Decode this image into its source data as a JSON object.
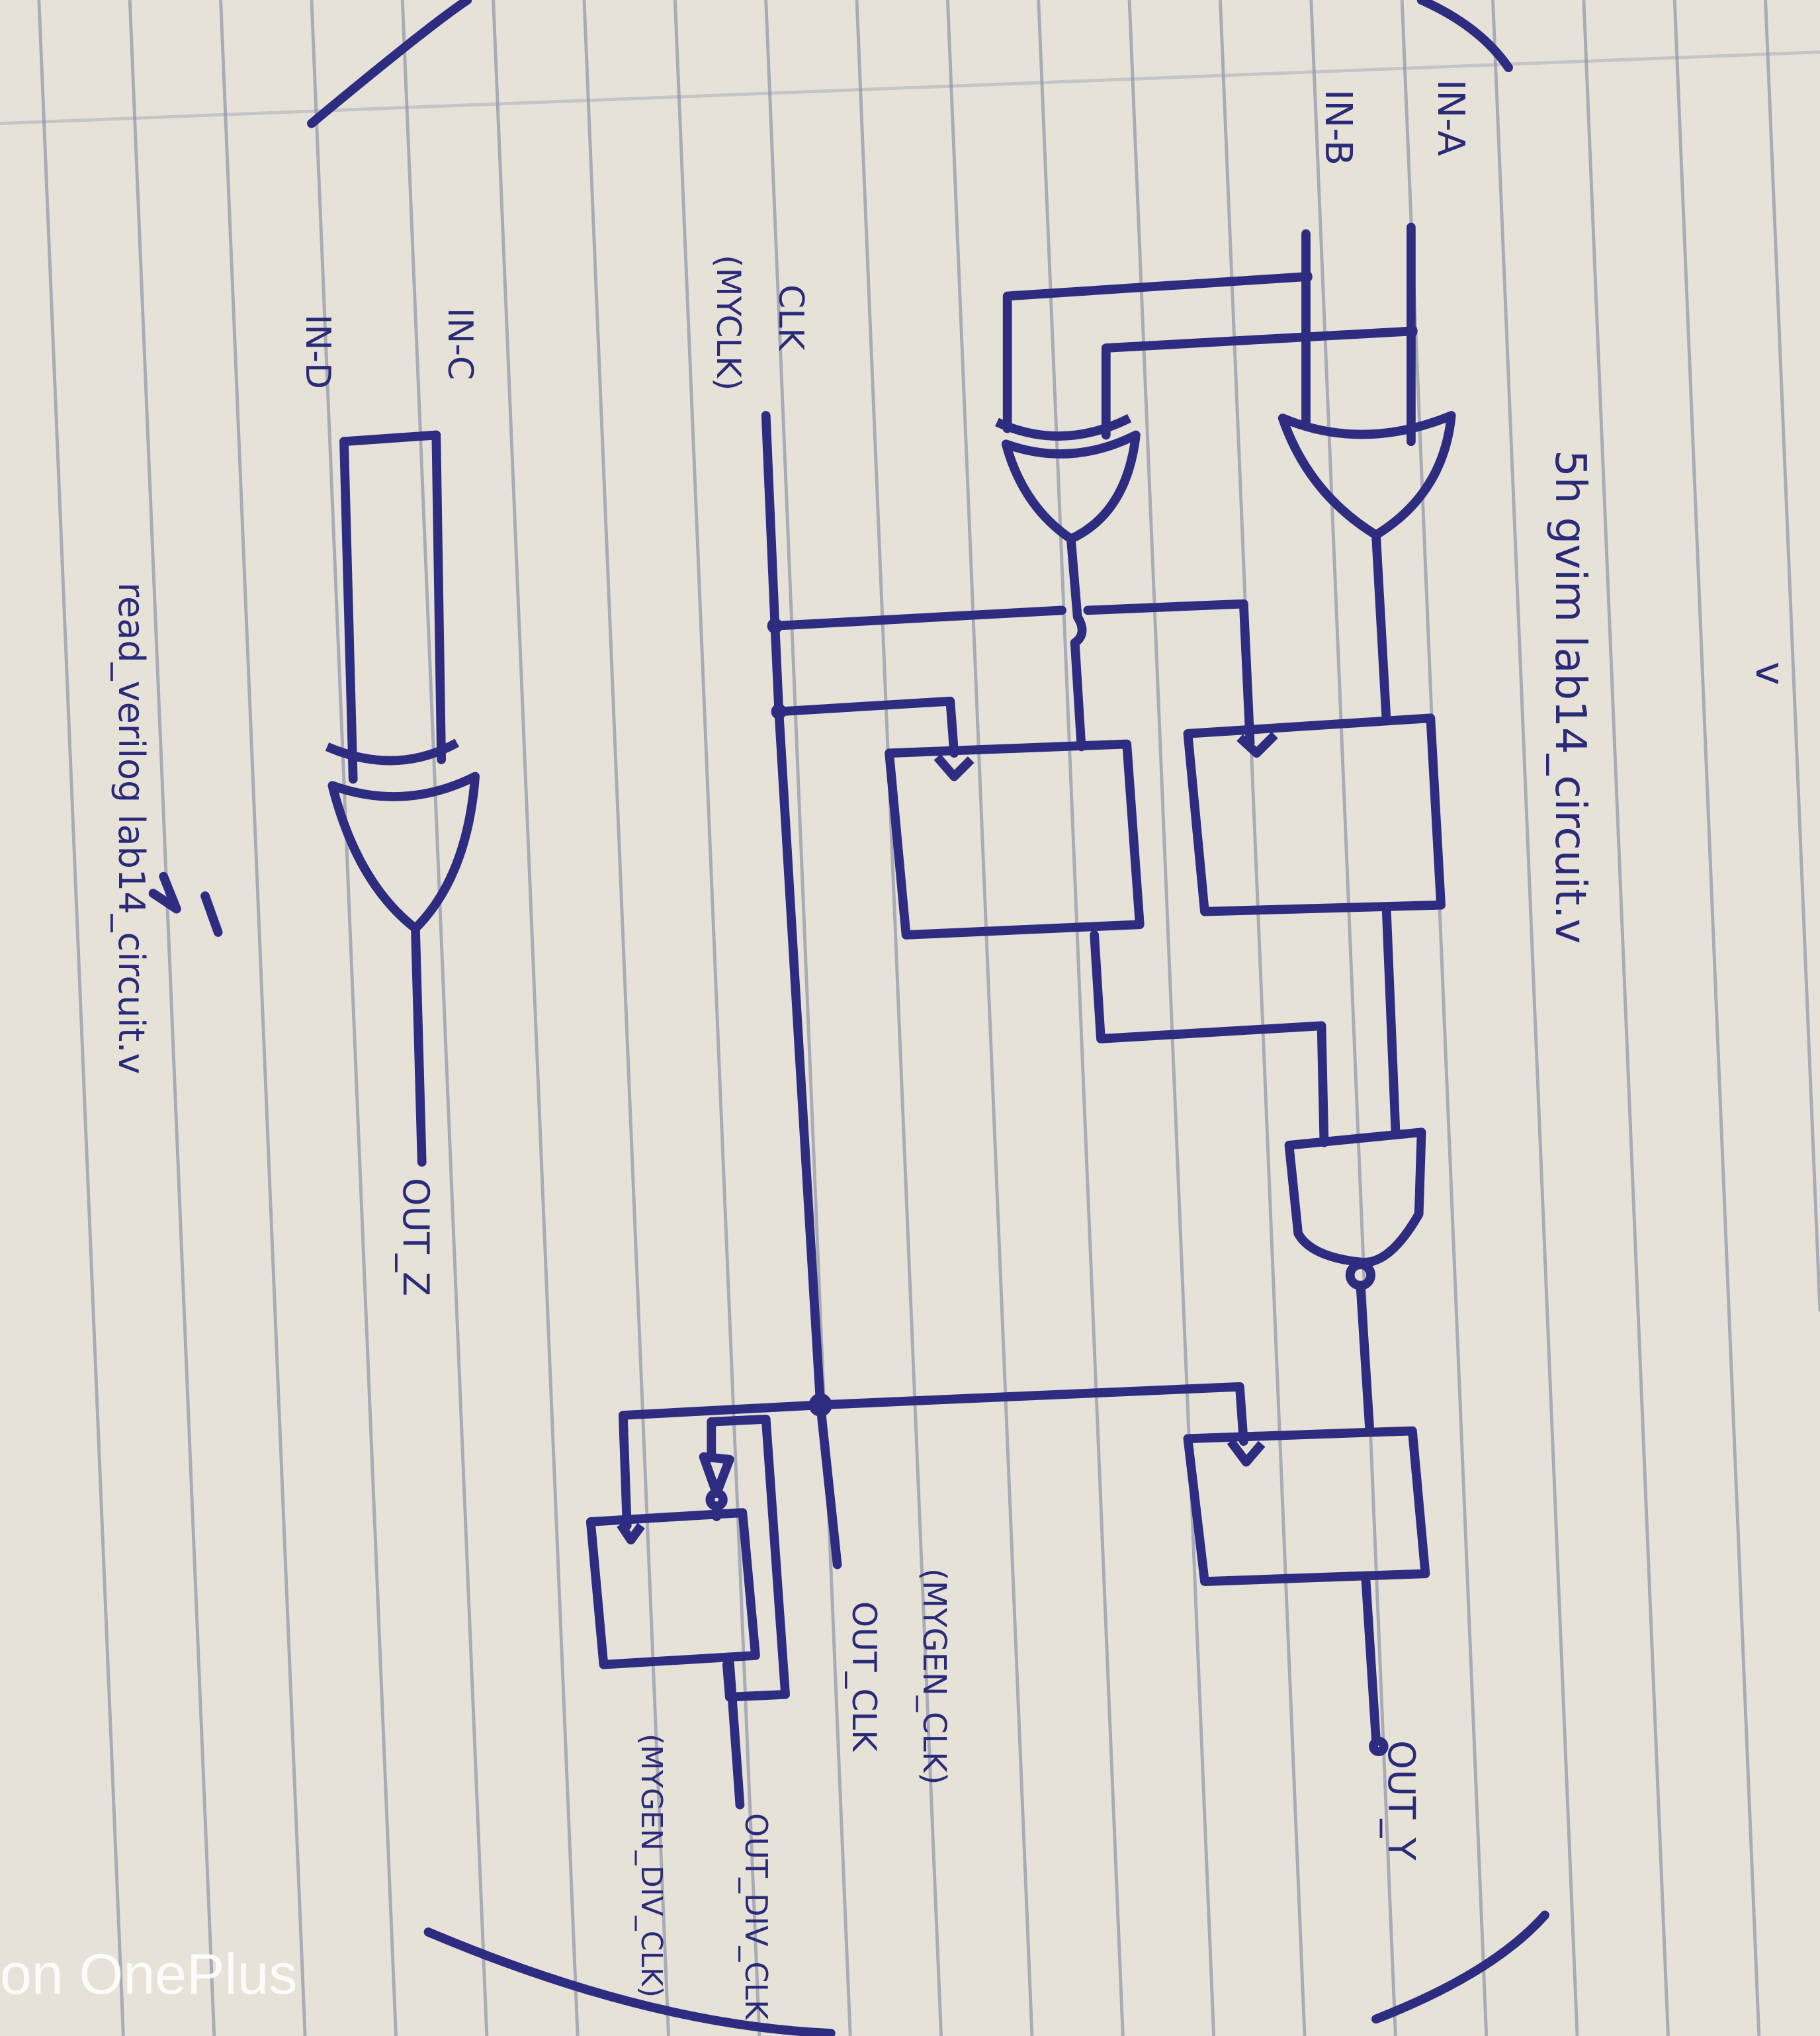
{
  "title": "5h gvim lab14_circuit.v",
  "labels": {
    "in_a": "IN-A",
    "in_b": "IN-B",
    "clk": "CLK",
    "clk_note": "(MYCLK)",
    "in_c": "IN-C",
    "in_d": "IN-D",
    "out_y": "OUT_Y",
    "out_clk": "OUT_CLK",
    "out_clk_note": "(MYGEN_CLK)",
    "out_div_clk": "OUT_DIV_CLK",
    "out_div_clk_note": "(MYGEN_DIV_CLK)",
    "out_z": "OUT_Z",
    "bottom_note": "read_verilog lab14_circuit.v",
    "top_mark": "v"
  },
  "watermark": "on OnePlus",
  "colors": {
    "ink": "#2e2c80",
    "paper": "#e6e2d8",
    "rule": "#8a8fa6"
  }
}
